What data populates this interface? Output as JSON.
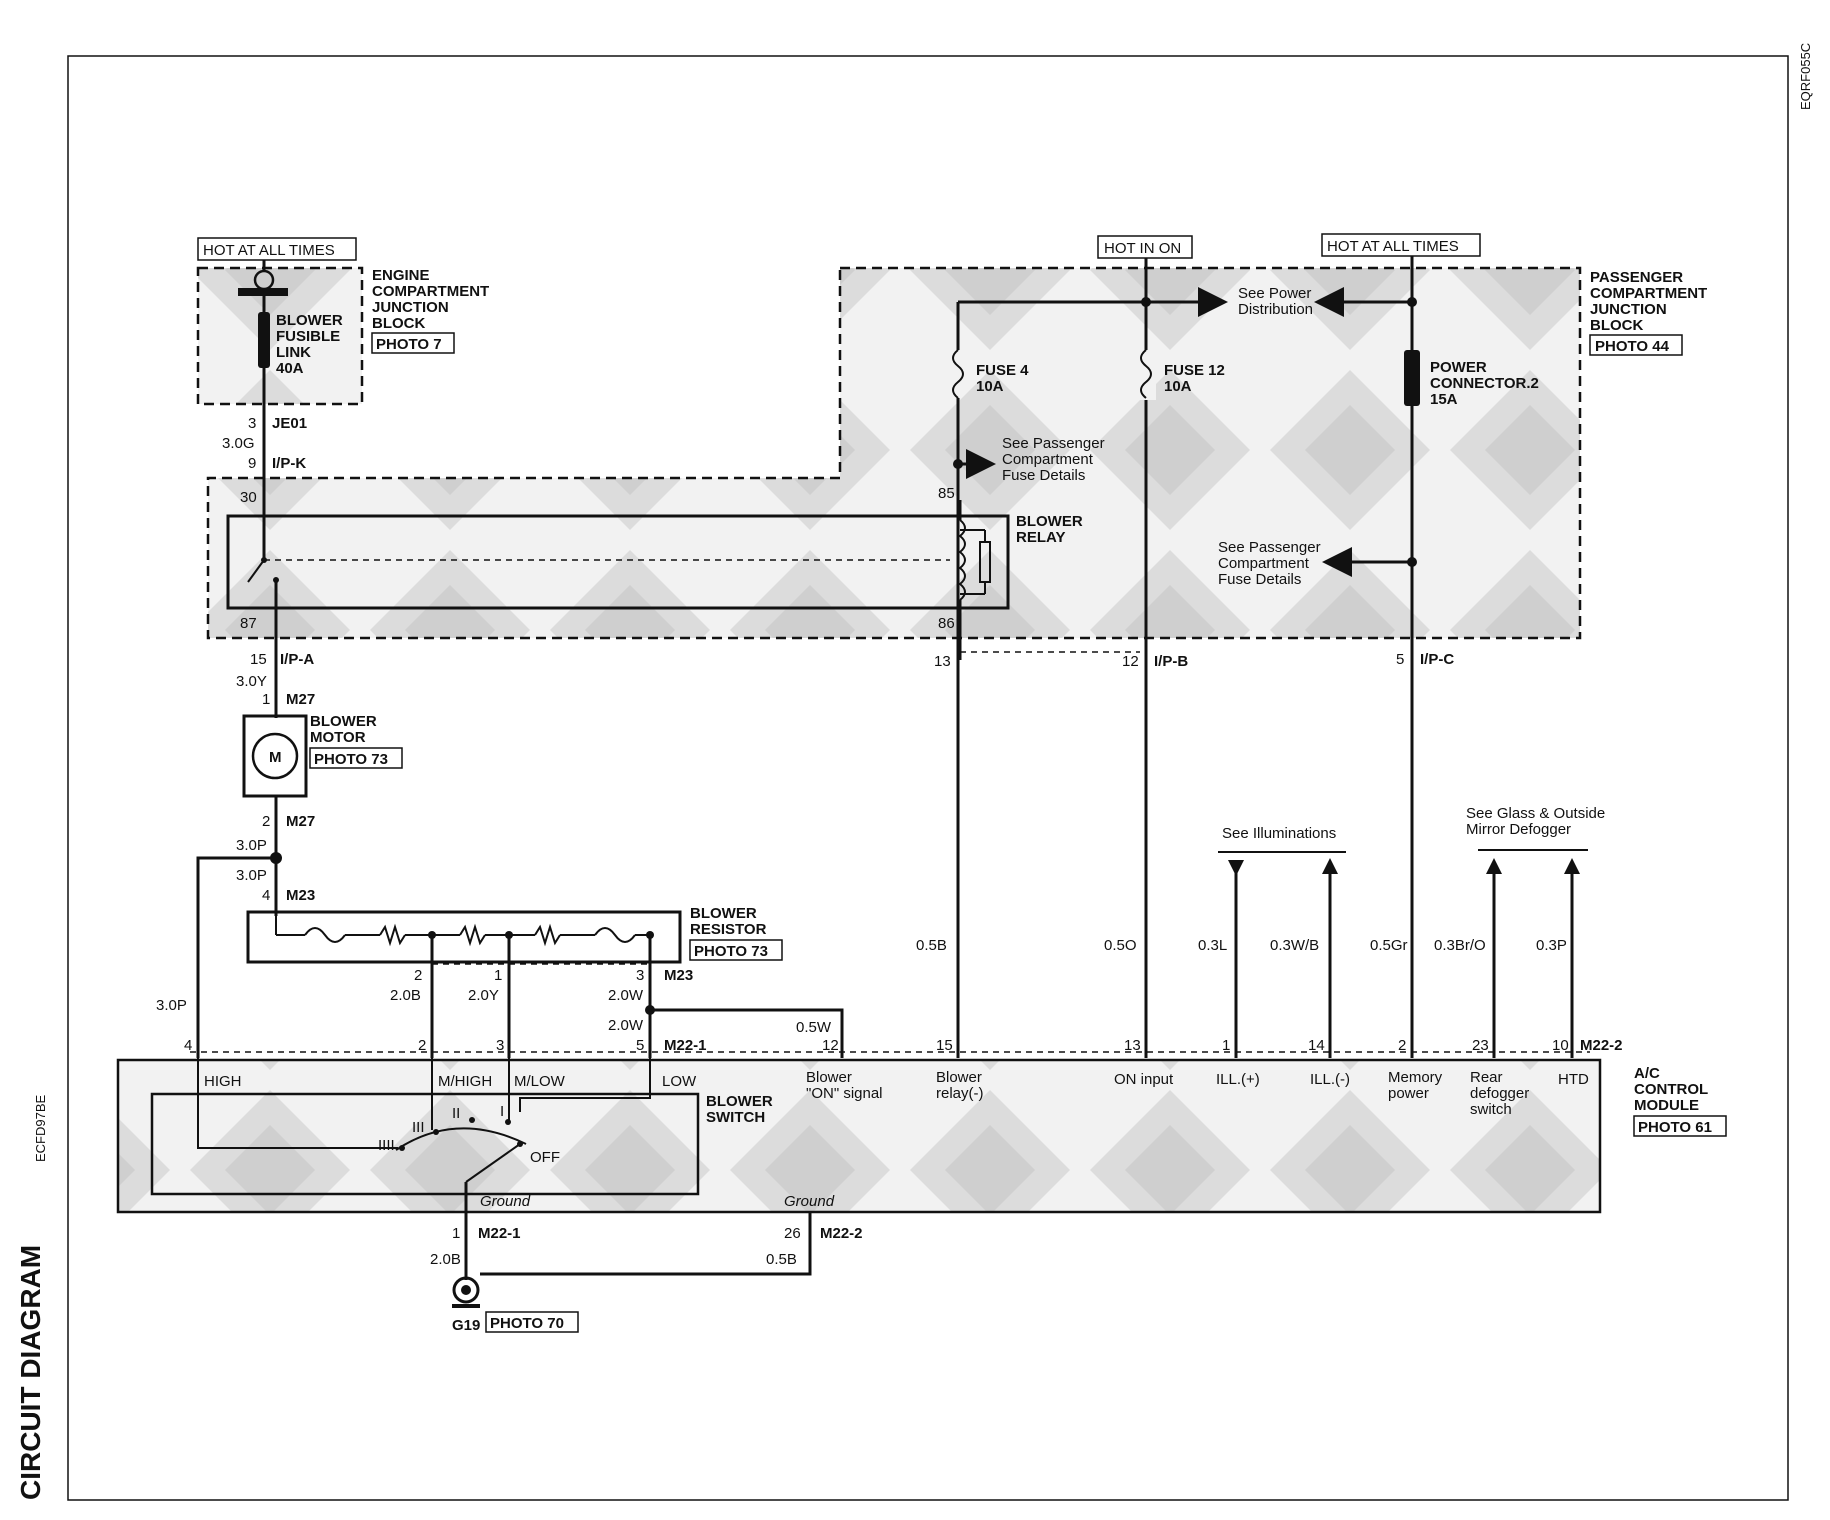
{
  "page": {
    "title": "CIRCUIT DIAGRAM",
    "left_code": "ECFD97BE",
    "right_code": "EQRF055C"
  },
  "power": {
    "hot_at_all_times_1": "HOT AT ALL TIMES",
    "hot_in_on": "HOT IN ON",
    "hot_at_all_times_2": "HOT AT ALL TIMES"
  },
  "engine_jb": {
    "title": [
      "ENGINE",
      "COMPARTMENT",
      "JUNCTION",
      "BLOCK"
    ],
    "photo": "PHOTO 7",
    "fusible_link": [
      "BLOWER",
      "FUSIBLE",
      "LINK",
      "40A"
    ]
  },
  "passenger_jb": {
    "title": [
      "PASSENGER",
      "COMPARTMENT",
      "JUNCTION",
      "BLOCK"
    ],
    "photo": "PHOTO 44",
    "fuse4": [
      "FUSE 4",
      "10A"
    ],
    "fuse12": [
      "FUSE 12",
      "10A"
    ],
    "power_connector": [
      "POWER",
      "CONNECTOR.2",
      "15A"
    ],
    "see_power_distribution": [
      "See Power",
      "Distribution"
    ],
    "see_fuse_details_1": [
      "See Passenger",
      "Compartment",
      "Fuse Details"
    ],
    "see_fuse_details_2": [
      "See Passenger",
      "Compartment",
      "Fuse Details"
    ]
  },
  "blower_relay": {
    "title": [
      "BLOWER",
      "RELAY"
    ],
    "pins": {
      "p30": "30",
      "p87": "87",
      "p85": "85",
      "p86": "86"
    }
  },
  "connectors": {
    "je01_pin": "3",
    "je01": "JE01",
    "wire_30g": "3.0G",
    "ipk_pin": "9",
    "ipk": "I/P-K",
    "ipa_pin": "15",
    "ipa": "I/P-A",
    "wire_30y": "3.0Y",
    "m27_pin1": "1",
    "m27_a": "M27",
    "m27_pin2": "2",
    "m27_b": "M27",
    "wire_30p_a": "3.0P",
    "wire_30p_b": "3.0P",
    "wire_30p_c": "3.0P",
    "m23_pin4": "4",
    "m23_a": "M23",
    "ipb_pin13": "13",
    "ipb_pin12": "12",
    "ipb": "I/P-B",
    "ipc_pin": "5",
    "ipc": "I/P-C"
  },
  "blower_motor": {
    "title": [
      "BLOWER",
      "MOTOR"
    ],
    "photo": "PHOTO 73",
    "symbol": "M"
  },
  "blower_resistor": {
    "title": [
      "BLOWER",
      "RESISTOR"
    ],
    "photo": "PHOTO 73",
    "pin2": "2",
    "pin1": "1",
    "pin3": "3",
    "conn": "M23",
    "wire_20b": "2.0B",
    "wire_20y": "2.0Y",
    "wire_20w_a": "2.0W",
    "wire_20w_b": "2.0W"
  },
  "wires": {
    "w05b": "0.5B",
    "w05o": "0.5O",
    "w03l": "0.3L",
    "w03wb": "0.3W/B",
    "w05gr": "0.5Gr",
    "w03bro": "0.3Br/O",
    "w03p": "0.3P",
    "w05w": "0.5W"
  },
  "refs": {
    "see_illuminations": "See Illuminations",
    "see_glass": [
      "See Glass & Outside",
      "Mirror Defogger"
    ]
  },
  "ac_module": {
    "title": [
      "A/C",
      "CONTROL",
      "MODULE"
    ],
    "photo": "PHOTO 61",
    "conn_1": "M22-1",
    "conn_2": "M22-2",
    "pins": [
      "4",
      "2",
      "3",
      "5",
      "12",
      "15",
      "13",
      "1",
      "14",
      "2",
      "23",
      "10"
    ],
    "labels": {
      "high": "HIGH",
      "mhigh": "M/HIGH",
      "mlow": "M/LOW",
      "low": "LOW",
      "blower_on": [
        "Blower",
        "\"ON\" signal"
      ],
      "blower_relay": [
        "Blower",
        "relay(-)"
      ],
      "on_input": "ON input",
      "ill_plus": "ILL.(+)",
      "ill_minus": "ILL.(-)",
      "memory": [
        "Memory",
        "power"
      ],
      "rear_defog": [
        "Rear",
        "defogger",
        "switch"
      ],
      "htd": "HTD"
    }
  },
  "blower_switch": {
    "title": [
      "BLOWER",
      "SWITCH"
    ],
    "positions": [
      "IIII",
      "III",
      "II",
      "I",
      "OFF"
    ]
  },
  "ground": {
    "ground_1": "Ground",
    "ground_2": "Ground",
    "pin1": "1",
    "conn1": "M22-1",
    "pin26": "26",
    "conn2": "M22-2",
    "wire_20b": "2.0B",
    "wire_05b": "0.5B",
    "g19": "G19",
    "photo": "PHOTO 70"
  }
}
